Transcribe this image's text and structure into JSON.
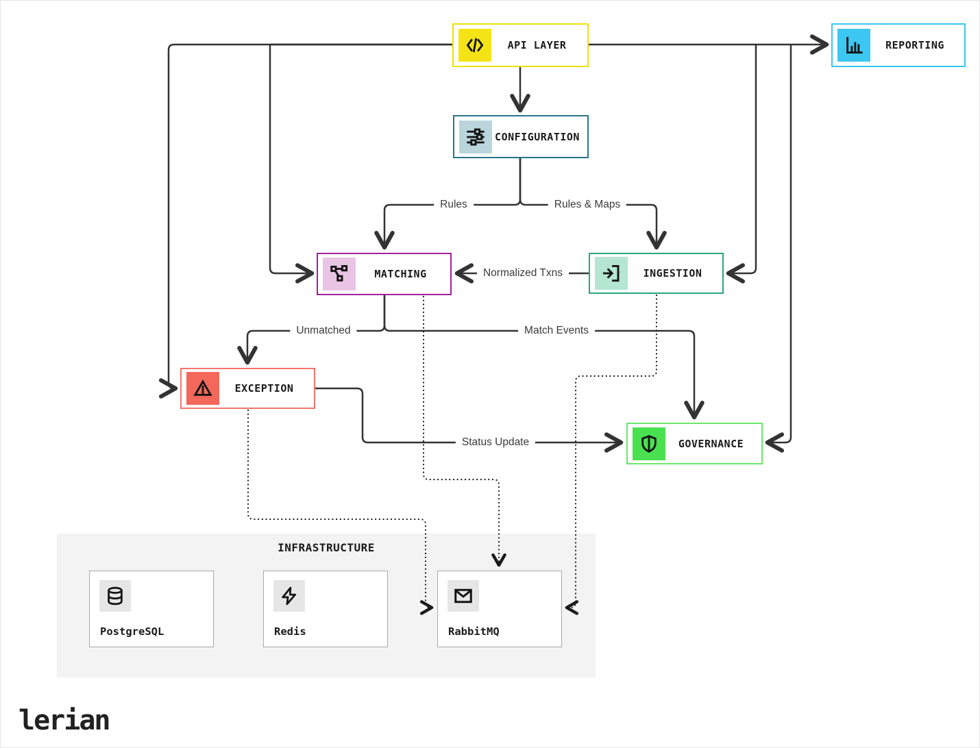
{
  "diagram": {
    "nodes": [
      {
        "id": "api-layer",
        "label": "API LAYER",
        "border_color": "#f2e005",
        "icon": "code-icon",
        "icon_bg": "#f5e415"
      },
      {
        "id": "reporting",
        "label": "REPORTING",
        "border_color": "#38c6f1",
        "icon": "bar-chart-icon",
        "icon_bg": "#3cc8f2"
      },
      {
        "id": "configuration",
        "label": "CONFIGURATION",
        "border_color": "#27748a",
        "icon": "sliders-icon",
        "icon_bg": "#bad5db"
      },
      {
        "id": "matching",
        "label": "MATCHING",
        "border_color": "#a1219e",
        "icon": "network-icon",
        "icon_bg": "#e9c4e5"
      },
      {
        "id": "ingestion",
        "label": "INGESTION",
        "border_color": "#2aa57d",
        "icon": "log-in-icon",
        "icon_bg": "#b5e6d1"
      },
      {
        "id": "exception",
        "label": "EXCEPTION",
        "border_color": "#f5756a",
        "icon": "alert-triangle-icon",
        "icon_bg": "#f4685c"
      },
      {
        "id": "governance",
        "label": "GOVERNANCE",
        "border_color": "#6ae76b",
        "icon": "shield-icon",
        "icon_bg": "#49e14f"
      }
    ],
    "edges": [
      {
        "from": "api-layer",
        "to": "reporting",
        "style": "solid",
        "label": ""
      },
      {
        "from": "api-layer",
        "to": "configuration",
        "style": "solid",
        "label": ""
      },
      {
        "from": "api-layer",
        "to": "matching",
        "style": "solid",
        "label": ""
      },
      {
        "from": "api-layer",
        "to": "exception",
        "style": "solid",
        "label": ""
      },
      {
        "from": "api-layer",
        "to": "ingestion",
        "style": "solid",
        "label": ""
      },
      {
        "from": "api-layer",
        "to": "governance",
        "style": "solid",
        "label": ""
      },
      {
        "from": "configuration",
        "to": "matching",
        "style": "solid",
        "label": "Rules"
      },
      {
        "from": "configuration",
        "to": "ingestion",
        "style": "solid",
        "label": "Rules & Maps"
      },
      {
        "from": "ingestion",
        "to": "matching",
        "style": "solid",
        "label": "Normalized Txns"
      },
      {
        "from": "matching",
        "to": "exception",
        "style": "solid",
        "label": "Unmatched"
      },
      {
        "from": "matching",
        "to": "governance",
        "style": "solid",
        "label": "Match Events"
      },
      {
        "from": "exception",
        "to": "governance",
        "style": "solid",
        "label": "Status Update"
      },
      {
        "from": "exception",
        "to": "rabbitmq",
        "style": "dotted",
        "label": ""
      },
      {
        "from": "matching",
        "to": "rabbitmq",
        "style": "dotted",
        "label": ""
      },
      {
        "from": "ingestion",
        "to": "rabbitmq",
        "style": "dotted",
        "label": ""
      }
    ],
    "infrastructure": {
      "title": "INFRASTRUCTURE",
      "panel_bg": "#f3f3f3",
      "items": [
        {
          "id": "postgresql",
          "label": "PostgreSQL",
          "icon": "database-icon"
        },
        {
          "id": "redis",
          "label": "Redis",
          "icon": "zap-icon"
        },
        {
          "id": "rabbitmq",
          "label": "RabbitMQ",
          "icon": "mail-icon"
        }
      ]
    },
    "wire_colors": {
      "solid": "#333333",
      "dotted": "#1a1a1a"
    },
    "footer": {
      "brand": "lerian"
    }
  }
}
